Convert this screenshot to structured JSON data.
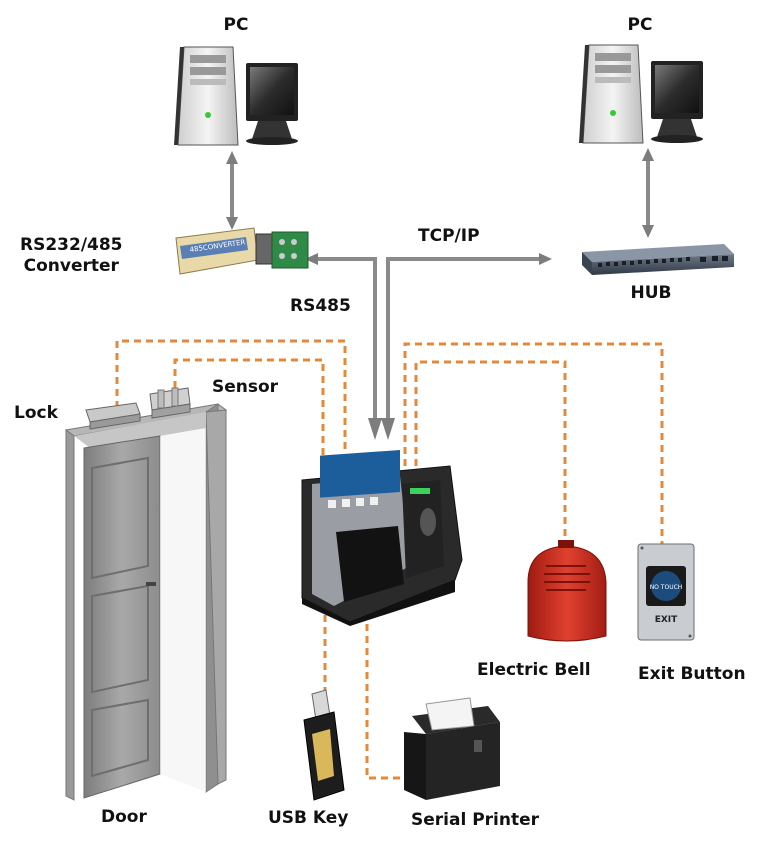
{
  "labels": {
    "pc_left": "PC",
    "pc_right": "PC",
    "converter_line1": "RS232/485",
    "converter_line2": "Converter",
    "tcpip": "TCP/IP",
    "hub": "HUB",
    "rs485": "RS485",
    "sensor": "Sensor",
    "lock": "Lock",
    "electric_bell": "Electric Bell",
    "exit_button": "Exit Button",
    "door": "Door",
    "usb_key": "USB Key",
    "serial_printer": "Serial Printer"
  },
  "device_text": {
    "converter_sticker": "485CONVERTER",
    "exit_plate": "EXIT",
    "exit_button_face": "NO TOUCH"
  },
  "colors": {
    "wire": "#e3893a",
    "cable": "#8a8a8a",
    "arrow": "#7d7d7d",
    "bell": "#c8281c",
    "text": "#111111"
  }
}
